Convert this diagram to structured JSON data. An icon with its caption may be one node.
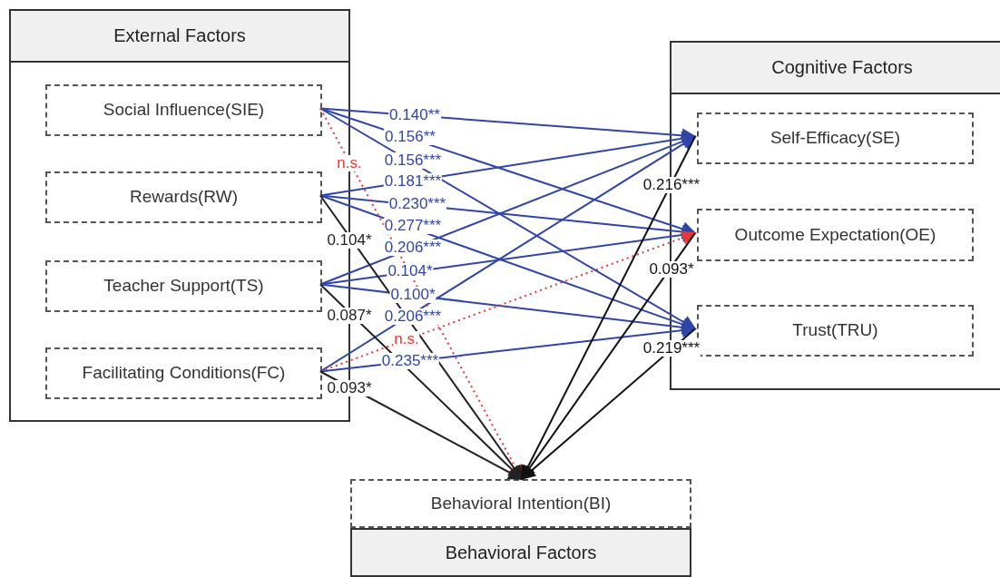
{
  "diagram": {
    "nodes": [
      {
        "text": [
          "External Factors"
        ]
      },
      {
        "text": [
          "Social Influence(SIE)"
        ],
        "in": 0
      },
      {
        "text": [
          "Rewards(RW)"
        ],
        "in": 0
      },
      {
        "text": [
          "Teacher Support(TS)"
        ],
        "in": 0
      },
      {
        "text": [
          "Facilitating Conditions(FC)"
        ],
        "in": 0
      },
      {
        "text": [
          "Cognitive Factors"
        ]
      },
      {
        "text": [
          "Self-Efficacy(SE)"
        ],
        "in": 5
      },
      {
        "text": [
          "Outcome Expectation(OE)"
        ],
        "in": 5
      },
      {
        "text": [
          "Trust(TRU)"
        ],
        "in": 5
      },
      {
        "text": [
          "Behavioral Intention(BI)"
        ]
      },
      {
        "text": [
          "Behavioral Factors"
        ]
      }
    ],
    "edges": [
      {
        "from": 1,
        "to": 6,
        "arrow": "to",
        "label": "0.140**"
      },
      {
        "from": 1,
        "to": 7,
        "arrow": "to",
        "label": "0.156**"
      },
      {
        "from": 1,
        "to": 8,
        "arrow": "to",
        "label": "0.156***"
      },
      {
        "from": 2,
        "to": 6,
        "arrow": "to",
        "label": "0.181***"
      },
      {
        "from": 2,
        "to": 7,
        "arrow": "to",
        "label": "0.230***"
      },
      {
        "from": 2,
        "to": 8,
        "arrow": "to",
        "label": "0.277***"
      },
      {
        "from": 3,
        "to": 6,
        "arrow": "to",
        "label": "0.206***"
      },
      {
        "from": 3,
        "to": 7,
        "arrow": "to",
        "label": "0.104*"
      },
      {
        "from": 3,
        "to": 8,
        "arrow": "to",
        "label": "0.100*"
      },
      {
        "from": 4,
        "to": 6,
        "arrow": "to",
        "label": "0.206***"
      },
      {
        "from": 4,
        "to": 7,
        "arrow": "to",
        "label": "n.s.",
        "style": "dashed",
        "color": "#e53935"
      },
      {
        "from": 4,
        "to": 8,
        "arrow": "to",
        "label": "0.235***"
      },
      {
        "from": 1,
        "to": 9,
        "arrow": "to",
        "label": "n.s.",
        "style": "dashed",
        "color": "#e53935"
      },
      {
        "from": 2,
        "to": 9,
        "arrow": "to",
        "label": "0.104*",
        "color": "#222222"
      },
      {
        "from": 3,
        "to": 9,
        "arrow": "to",
        "label": "0.087*",
        "color": "#222222"
      },
      {
        "from": 4,
        "to": 9,
        "arrow": "to",
        "label": "0.093*",
        "color": "#222222"
      },
      {
        "from": 6,
        "to": 9,
        "arrow": "to",
        "label": "0.216***",
        "color": "#111111"
      },
      {
        "from": 7,
        "to": 9,
        "arrow": "to",
        "label": "0.093*",
        "color": "#111111"
      },
      {
        "from": 8,
        "to": 9,
        "arrow": "to",
        "label": "0.219***",
        "color": "#111111"
      }
    ]
  }
}
